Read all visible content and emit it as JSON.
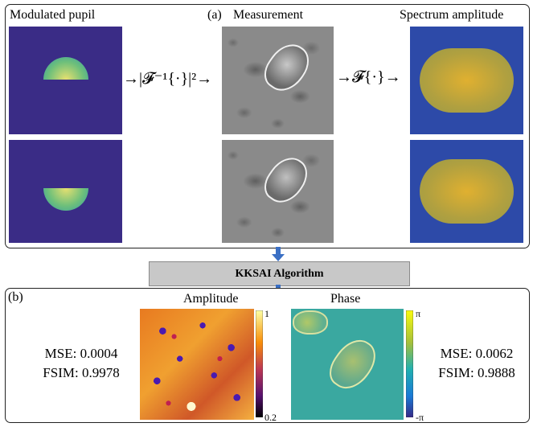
{
  "panel_a": {
    "label": "(a)",
    "col_titles": [
      "Modulated pupil",
      "Measurement",
      "Spectrum amplitude"
    ],
    "op_left": "→|𝓕⁻¹{·}|²→",
    "op_right": "→𝓕{·}→"
  },
  "algorithm": {
    "label": "KKSAI Algorithm"
  },
  "panel_b": {
    "label": "(b)",
    "amplitude": {
      "title": "Amplitude",
      "cbar_max": "1",
      "cbar_min": "0.2"
    },
    "phase": {
      "title": "Phase",
      "cbar_max": "π",
      "cbar_min": "-π"
    },
    "left_metrics": {
      "mse": "MSE: 0.0004",
      "fsim": "FSIM: 0.9978"
    },
    "right_metrics": {
      "mse": "MSE: 0.0062",
      "fsim": "FSIM: 0.9888"
    }
  },
  "colors": {
    "pupil_bg": "#3a2c86",
    "spectrum_bg": "#2d4aa8",
    "arrow_blue": "#3a6fc4",
    "algo_box": "#c8c8c8"
  }
}
